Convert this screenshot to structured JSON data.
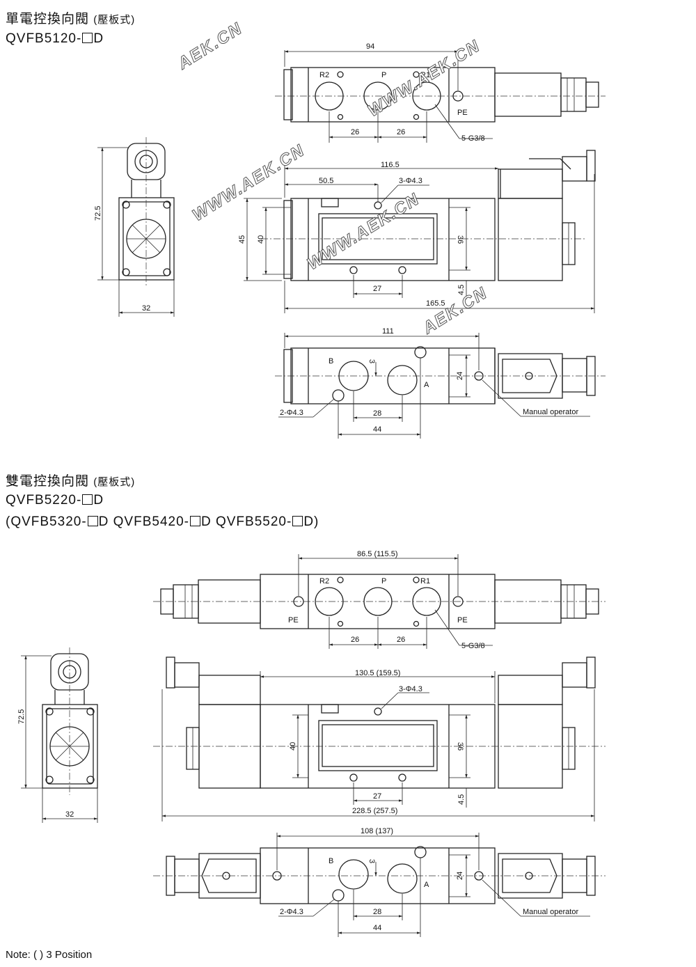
{
  "section1": {
    "title": "單電控換向閥",
    "subtitle": "(壓板式)",
    "model_prefix": "QVFB5120-",
    "model_suffix": "D"
  },
  "section2": {
    "title": "雙電控換向閥",
    "subtitle": "(壓板式)",
    "model_prefix": "QVFB5220-",
    "model_suffix": "D",
    "variants": [
      "(QVFB5320-",
      "D  QVFB5420-",
      "D  QVFB5520-",
      "D)"
    ]
  },
  "watermarks": [
    "AEK.CN",
    "WWW.AEK.CN",
    "WWW.AEK.CN",
    "WWW.AEK.CN",
    "AEK.CN"
  ],
  "dims1": {
    "top_len": "94",
    "r2": "R2",
    "p": "P",
    "r1": "R1",
    "pe": "PE",
    "p26a": "26",
    "p26b": "26",
    "port": "5-G3/8",
    "len116": "116.5",
    "len50": "50.5",
    "hole3": "3-Φ4.3",
    "h45": "45",
    "h40": "40",
    "h36": "36",
    "p27": "27",
    "h45b": "4.5",
    "len165": "165.5",
    "side_h": "72.5",
    "side_w": "32",
    "len111": "111",
    "b": "B",
    "a": "A",
    "d3": "3",
    "d24": "24",
    "hole2": "2-Φ4.3",
    "p28": "28",
    "p44": "44",
    "manual": "Manual operator"
  },
  "dims2": {
    "top_len": "86.5 (115.5)",
    "r2": "R2",
    "p": "P",
    "r1": "R1",
    "pe_l": "PE",
    "pe_r": "PE",
    "p26a": "26",
    "p26b": "26",
    "port": "5-G3/8",
    "len130": "130.5 (159.5)",
    "hole3": "3-Φ4.3",
    "h40": "40",
    "h36": "36",
    "p27": "27",
    "h45b": "4.5",
    "len228": "228.5 (257.5)",
    "side_h": "72.5",
    "side_w": "32",
    "len108": "108 (137)",
    "b": "B",
    "a": "A",
    "d3": "3",
    "d24": "24",
    "hole2": "2-Φ4.3",
    "p28": "28",
    "p44": "44",
    "manual": "Manual operator"
  },
  "note": "Note: ( ) 3 Position"
}
